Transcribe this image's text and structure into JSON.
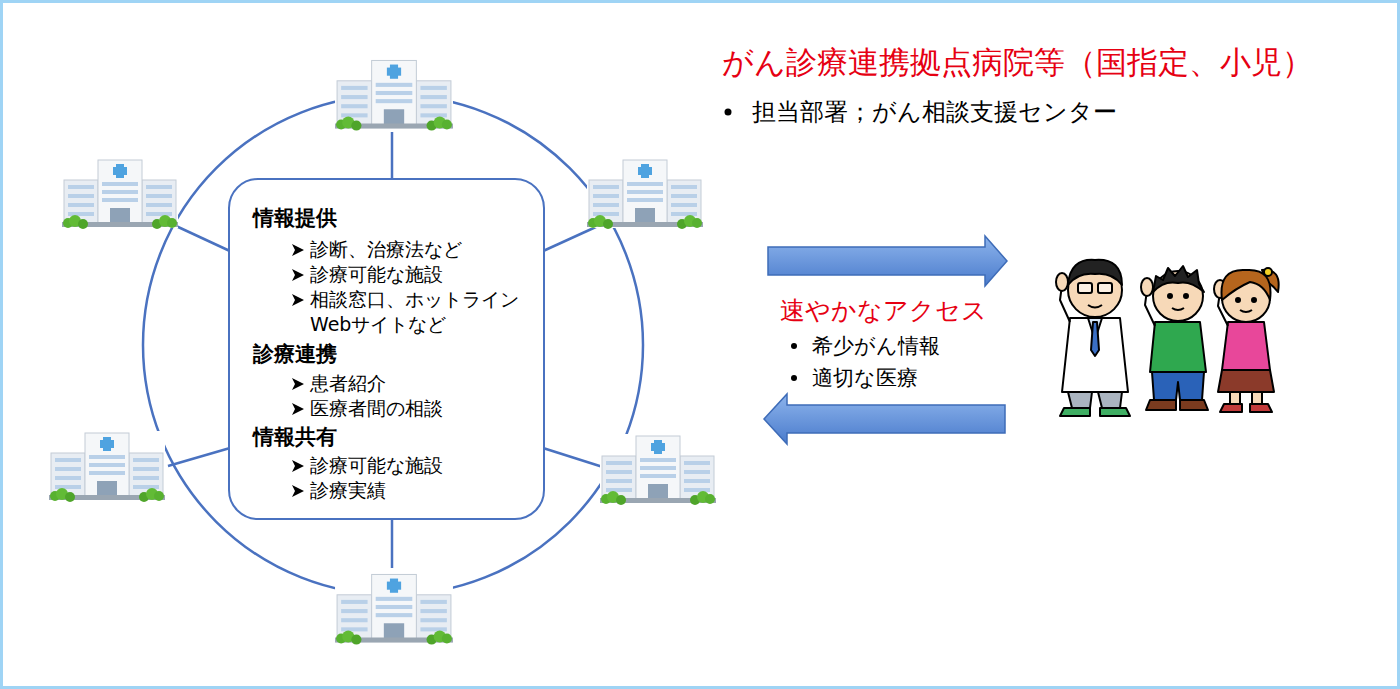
{
  "diagram": {
    "title": "がん診療連携拠点病院等（国指定、小児）",
    "nodes": [
      {
        "text": [
          "情報提供",
          "診断、治療法など",
          "診療可能な施設",
          "相談窓口、ホットライン Webサイトなど",
          "診療連携",
          "患者紹介",
          "医療者間の相談",
          "情報共有",
          "診療可能な施設",
          "診療実績"
        ]
      }
    ],
    "labels": [
      "担当部署；がん相談支援センター",
      "速やかなアクセス",
      "希少がん情報",
      "適切な医療"
    ]
  }
}
